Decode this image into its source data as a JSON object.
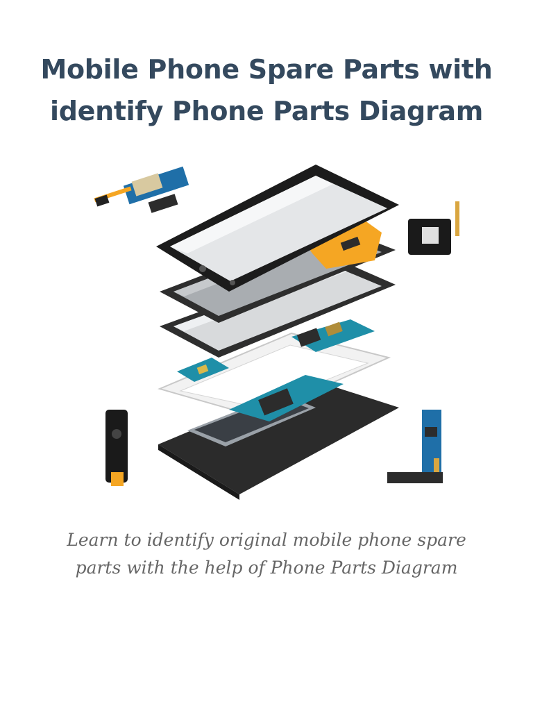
{
  "header": {
    "title_line1": "Mobile Phone Spare Parts with",
    "title_line2": "identify Phone Parts Diagram"
  },
  "figure": {
    "description_icon": "exploded-phone-parts-diagram"
  },
  "caption": {
    "line1": "Learn to identify original mobile phone spare",
    "line2": "parts with the help of Phone Parts Diagram"
  },
  "colors": {
    "title": "#34495e",
    "caption": "#666666",
    "pcb": "#1f8fa8",
    "flex_cable": "#f5a623",
    "frame": "#2a2a2a"
  }
}
